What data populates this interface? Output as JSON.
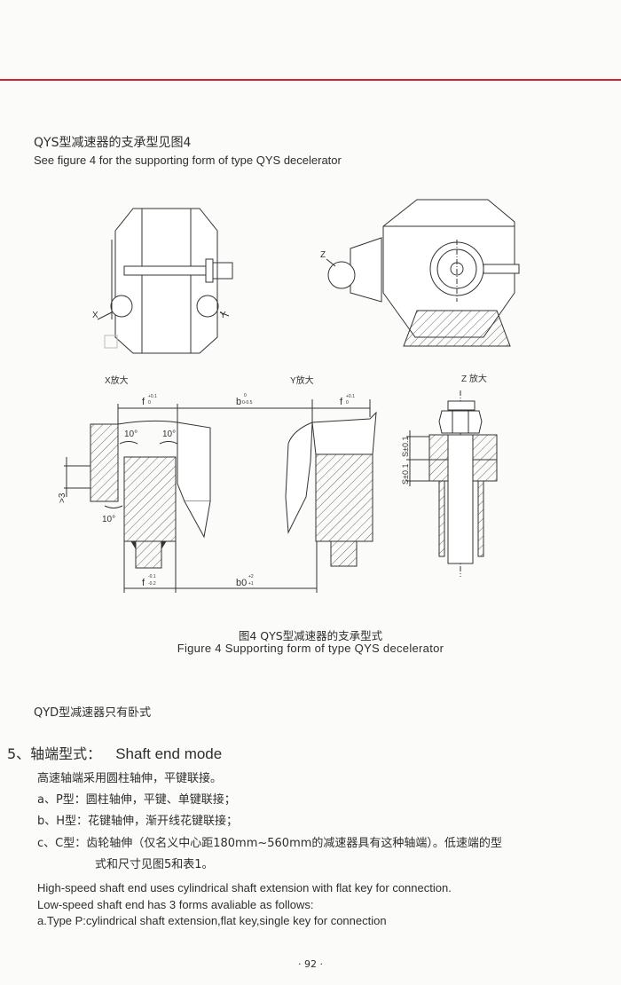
{
  "heading_cn": "QYS型减速器的支承型见图4",
  "heading_en": "See figure 4 for the supporting form of type QYS decelerator",
  "figure": {
    "labels": {
      "x": "X",
      "y": "Y",
      "z": "Z"
    },
    "detail_x": "X放大",
    "detail_y": "Y放大",
    "detail_z": "Z 放大",
    "dim_f_top": "f",
    "dim_f_top_tol": [
      "+0.1",
      "0"
    ],
    "dim_b_top": "b",
    "dim_b_top_tol": [
      "0",
      "0-0.5"
    ],
    "dim_f_bottom": "f",
    "dim_f_bottom_tol": [
      "-0.1",
      "-0.2"
    ],
    "dim_b_bottom": "b0",
    "dim_b_bottom_tol": [
      "+2",
      "+1"
    ],
    "angle": "10°",
    "gap": ">3",
    "s_tol": "S±0.1",
    "caption_cn": "图4 QYS型减速器的支承型式",
    "caption_en": "Figure 4 Supporting form of type QYS decelerator"
  },
  "qyd_note": "QYD型减速器只有卧式",
  "section": {
    "number_cn": "5、轴端型式：",
    "title_en": "Shaft end mode",
    "lines_cn": [
      "高速轴端采用圆柱轴伸，平键联接。",
      "a、P型：圆柱轴伸，平键、单键联接；",
      "b、H型：花键轴伸，渐开线花键联接；",
      "c、C型：齿轮轴伸（仅名义中心距180mm~560mm的减速器具有这种轴端）。低速端的型",
      "式和尺寸见图5和表1。"
    ],
    "lines_en": [
      "High-speed shaft end uses cylindrical shaft extension with flat key for connection.",
      "Low-speed shaft end has 3 forms avaliable as follows:",
      "a.Type P:cylindrical shaft extension,flat key,single key for connection"
    ]
  },
  "page_number": "· 92 ·",
  "colors": {
    "rule": "#d2232a",
    "ink": "#2e2e2e",
    "paper": "#fbfbfa"
  }
}
